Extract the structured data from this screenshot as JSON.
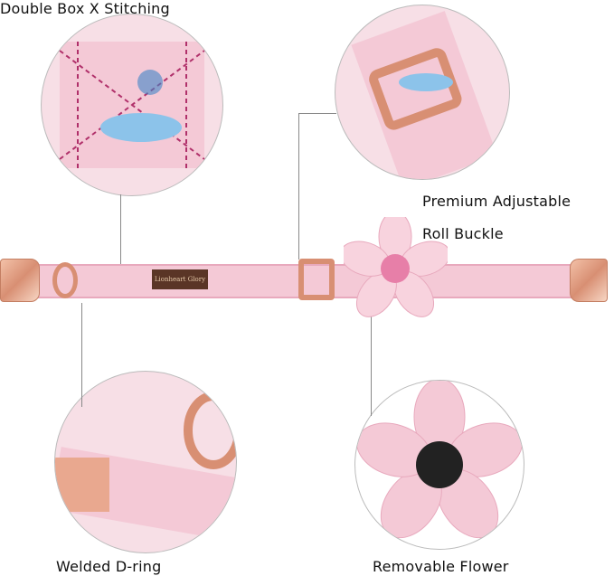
{
  "features": {
    "stitching": "Double Box X Stitching",
    "buckle_line1": "Premium Adjustable",
    "buckle_line2": "Roll Buckle",
    "dring": "Welded D-ring",
    "flower": "Removable Flower"
  },
  "branding": {
    "tag_text": "Lionheart Glory"
  },
  "colors": {
    "collar_pink": "#f4c9d6",
    "rose_gold": "#d88f73",
    "leather": "#5a3526"
  }
}
